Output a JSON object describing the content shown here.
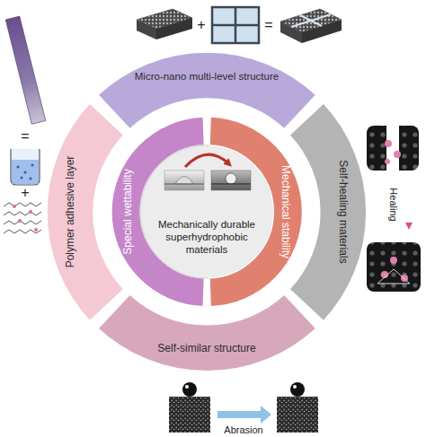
{
  "diagram": {
    "nodes": [
      {
        "text": [
          "Micro-nano multi-level structure"
        ]
      },
      {
        "text": [
          "Polymer adhesive layer"
        ]
      },
      {
        "text": [
          "Special wettability"
        ]
      },
      {
        "text": [
          "Mechanically durable superhydrophobic materials"
        ]
      },
      {
        "text": [
          "Mechanical stability"
        ]
      },
      {
        "text": [
          "Self-healing materials"
        ]
      },
      {
        "text": [
          "Self-similar structure"
        ]
      }
    ],
    "labels": [
      "+",
      "=",
      "=",
      "+",
      "Healing",
      "Abrasion"
    ]
  }
}
